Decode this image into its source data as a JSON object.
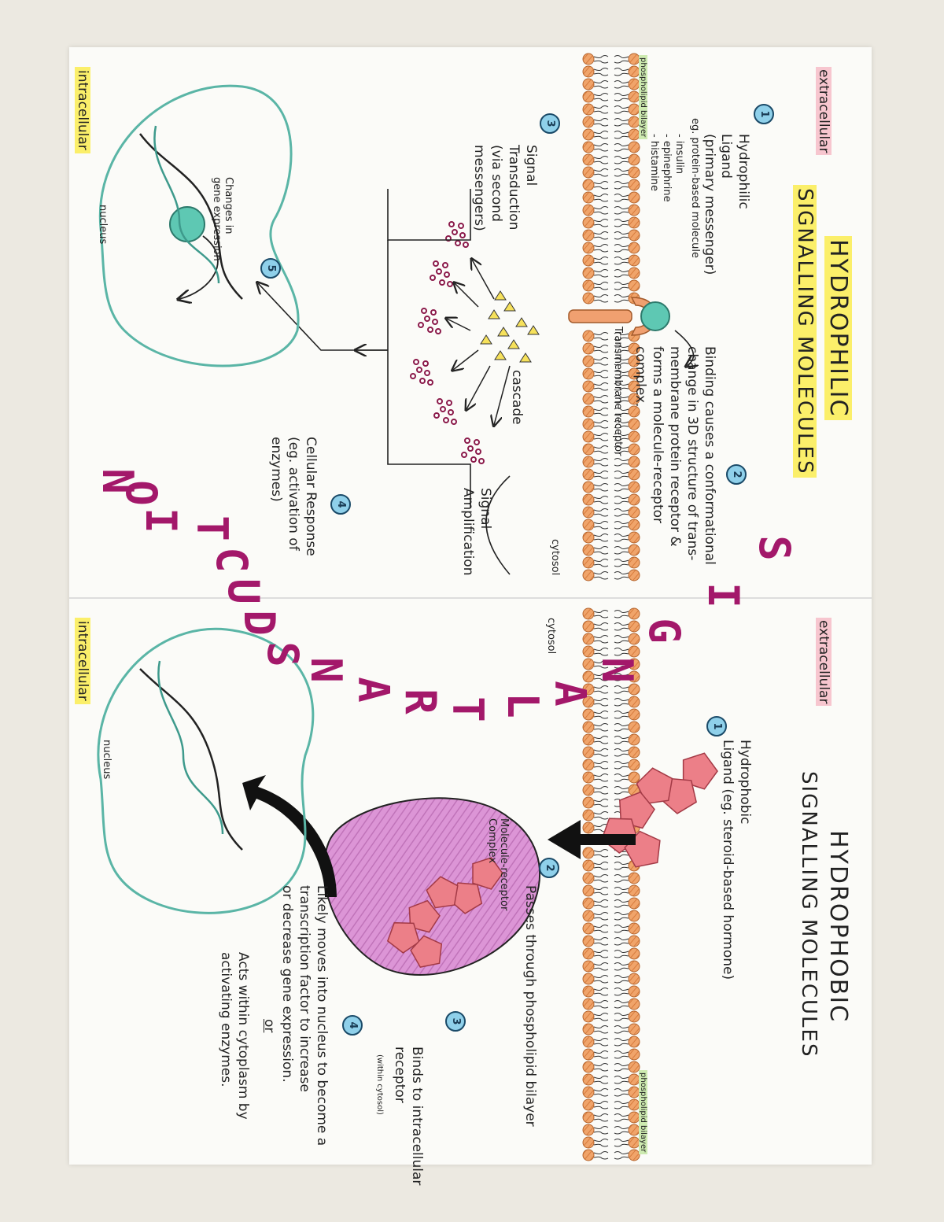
{
  "left_panel": {
    "region_top": "extracellular",
    "region_bottom": "intracellular",
    "title": "HYDROPHILIC",
    "subtitle": "SIGNALLING MOLECULES",
    "bilayer_label": "phospholipid bilayer",
    "step1_num": "1",
    "step1_title": "Hydrophilic\nLigand",
    "step1_sub": "(primary messenger)",
    "step1_eg": "eg. protein-based molecule",
    "step1_list": "- insulin\n- epinephrine\n- histamine",
    "step2_num": "2",
    "step2_text": "Binding causes a conformational\nchange in 3D structure of trans-\nmembrane protein receptor &\nforms a molecule-receptor\ncomplex.",
    "receptor_label": "Transmembrane receptor",
    "cascade_label": "cascade",
    "step3_num": "3",
    "step3_text": "Signal\nTransduction\n(via second\nmessengers)",
    "amplification": "Signal\nAmplification",
    "cytosol": "cytosol",
    "step4_num": "4",
    "step4_text": "Cellular Response\n(eg. activation of\nenzymes)",
    "step5_num": "5",
    "step5_text": "Changes in\ngene expression",
    "nucleus": "nucleus"
  },
  "right_panel": {
    "region_top": "extracellular",
    "region_bottom": "intracellular",
    "title": "HYDROPHOBIC",
    "subtitle": "SIGNALLING MOLECULES",
    "bilayer_label": "phospholipid bilayer",
    "cytosol": "cytosol",
    "step1_num": "1",
    "step1_text": "Hydrophobic\nLigand (eg. steroid-based hormone)",
    "step2_num": "2",
    "step2_text": "Passes through phospholipid bilayer",
    "complex_label": "Molecule-receptor\nComplex",
    "step3_num": "3",
    "step3_text": "Binds to intracellular\nreceptor",
    "step3_sub": "(within cytosol)",
    "step4_num": "4",
    "step4_text": "Likely moves into nucleus to become a\ntranscription factor to increase\nor decrease gene expression.",
    "step4_or": "or",
    "step4_alt": "Acts within cytoplasm by\nactivating enzymes.",
    "nucleus": "nucleus"
  },
  "center_banner": {
    "letters": [
      "S",
      "I",
      "G",
      "N",
      "A",
      "L",
      "T",
      "R",
      "A",
      "N",
      "S",
      "D",
      "U",
      "C",
      "T",
      "I",
      "O",
      "N"
    ],
    "color": "#a3186a"
  },
  "colors": {
    "lipid_head": "#f0a46a",
    "ligand_hydrophilic": "#5ec8b3",
    "receptor": "#f0a070",
    "ligand_hydrophobic": "#e8707c",
    "receptor_hydrophobic": "#d98ad0",
    "nucleus_outline": "#5ab5a6",
    "step_badge": "#8fd0ea",
    "banner": "#a3186a"
  }
}
